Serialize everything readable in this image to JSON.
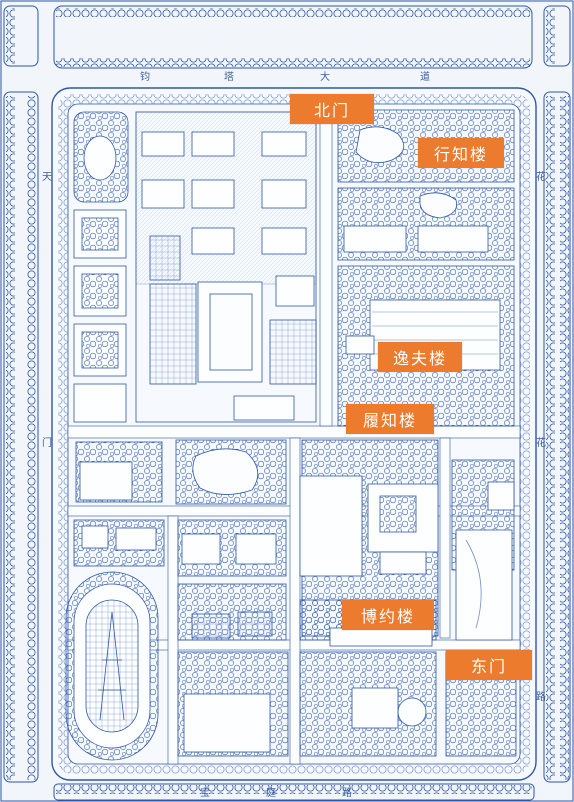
{
  "labels": {
    "north_gate": "北门",
    "xingzhi": "行知楼",
    "yifu": "逸夫楼",
    "lvzhi": "履知楼",
    "boyue": "博约楼",
    "east_gate": "东门"
  },
  "road_chars": {
    "top": [
      "钧",
      "塔",
      "大",
      "道"
    ],
    "left": [
      "天",
      "门"
    ],
    "right": [
      "花",
      "路"
    ],
    "bottom": [
      "宝",
      "庭",
      "路"
    ]
  },
  "colors": {
    "line": "#2f57a6",
    "label_bg": "#ec7b2d",
    "label_text": "#ffffff",
    "paper": "#f2f6fb"
  }
}
